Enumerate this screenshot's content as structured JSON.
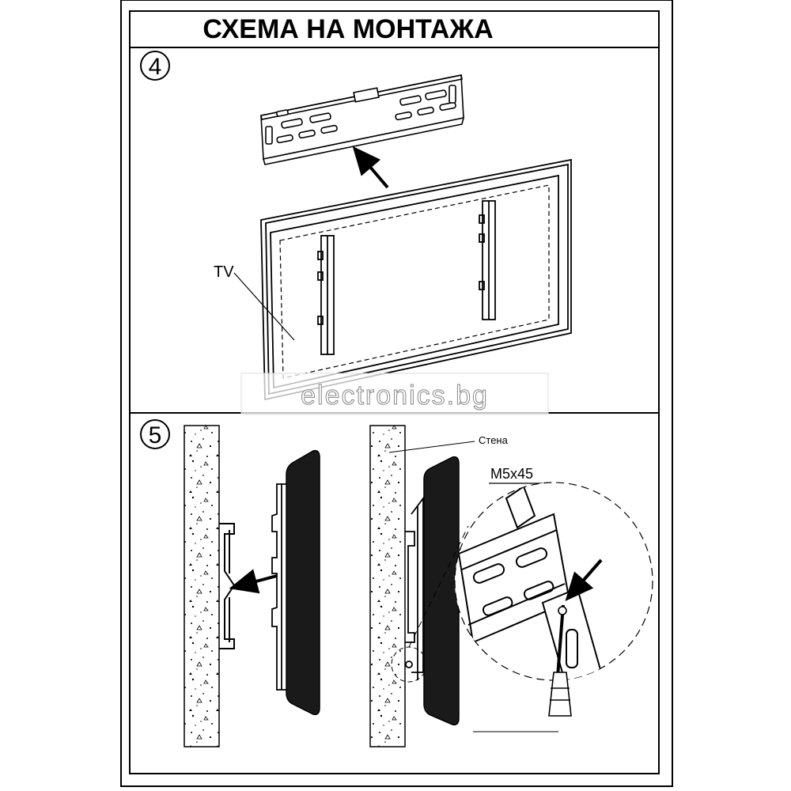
{
  "header": {
    "title": "СХЕМА НА МОНТАЖА"
  },
  "steps": [
    {
      "number": "4",
      "labels": {
        "tv": "TV"
      }
    },
    {
      "number": "5",
      "labels": {
        "wall": "Стена",
        "screw": "M5x45"
      }
    }
  ],
  "watermark": {
    "text": "electronics.bg"
  }
}
